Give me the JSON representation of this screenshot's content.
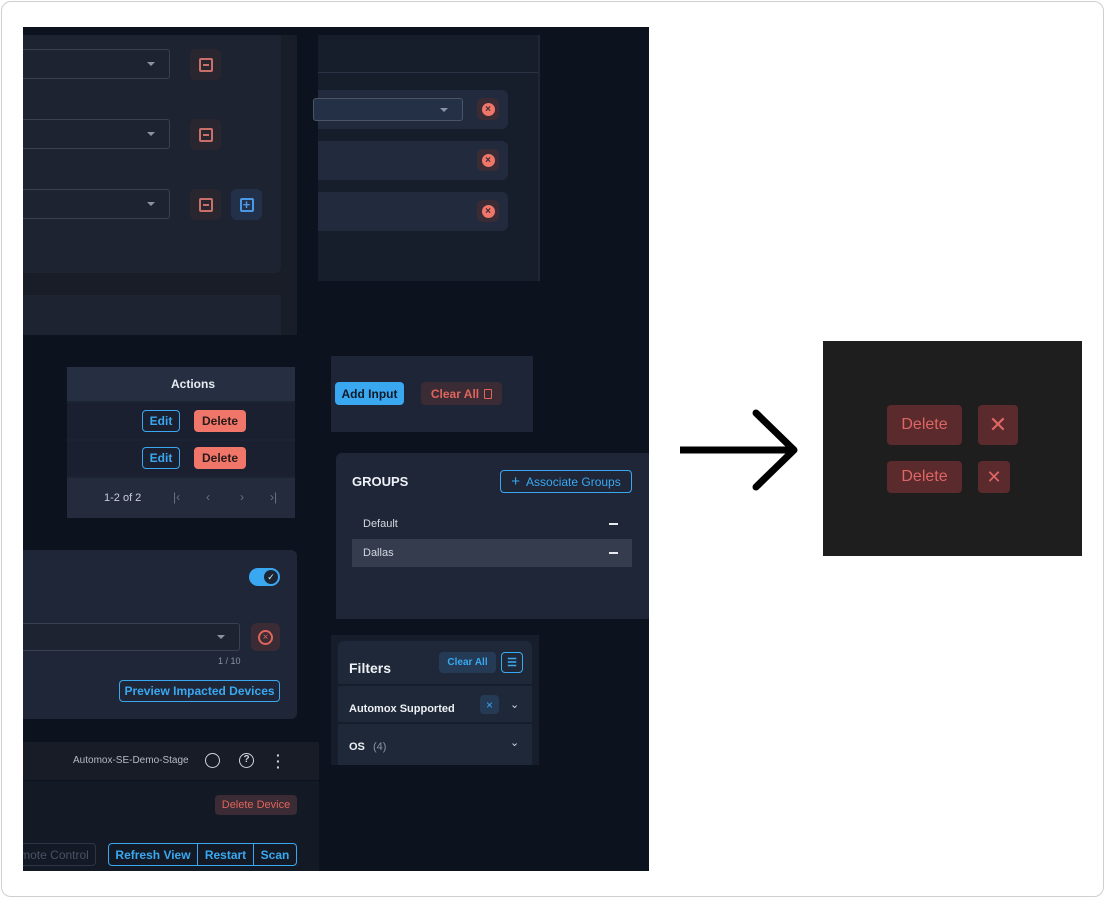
{
  "table": {
    "header": "Actions",
    "rows": [
      {
        "edit": "Edit",
        "delete": "Delete"
      },
      {
        "edit": "Edit",
        "delete": "Delete"
      }
    ],
    "pagination": "1-2 of 2"
  },
  "inputs": {
    "add": "Add Input",
    "clear": "Clear All"
  },
  "groups": {
    "title": "GROUPS",
    "associate": "Associate Groups",
    "items": [
      "Default",
      "Dallas"
    ]
  },
  "policy": {
    "counter": "1 / 10",
    "preview": "Preview Impacted Devices"
  },
  "topbar": {
    "org": "Automox-SE-Demo-Stage"
  },
  "device": {
    "delete": "Delete Device",
    "remote": "mote Control",
    "refresh": "Refresh View",
    "restart": "Restart",
    "scan": "Scan"
  },
  "filters": {
    "title": "Filters",
    "clear": "Clear All",
    "items": [
      {
        "label": "Automox Supported"
      },
      {
        "label": "OS",
        "count": "(4)"
      }
    ]
  },
  "result": {
    "delete1": "Delete",
    "delete2": "Delete"
  },
  "colors": {
    "accent": "#3aa8f0",
    "danger": "#f0766a",
    "bg": "#0d131e"
  }
}
